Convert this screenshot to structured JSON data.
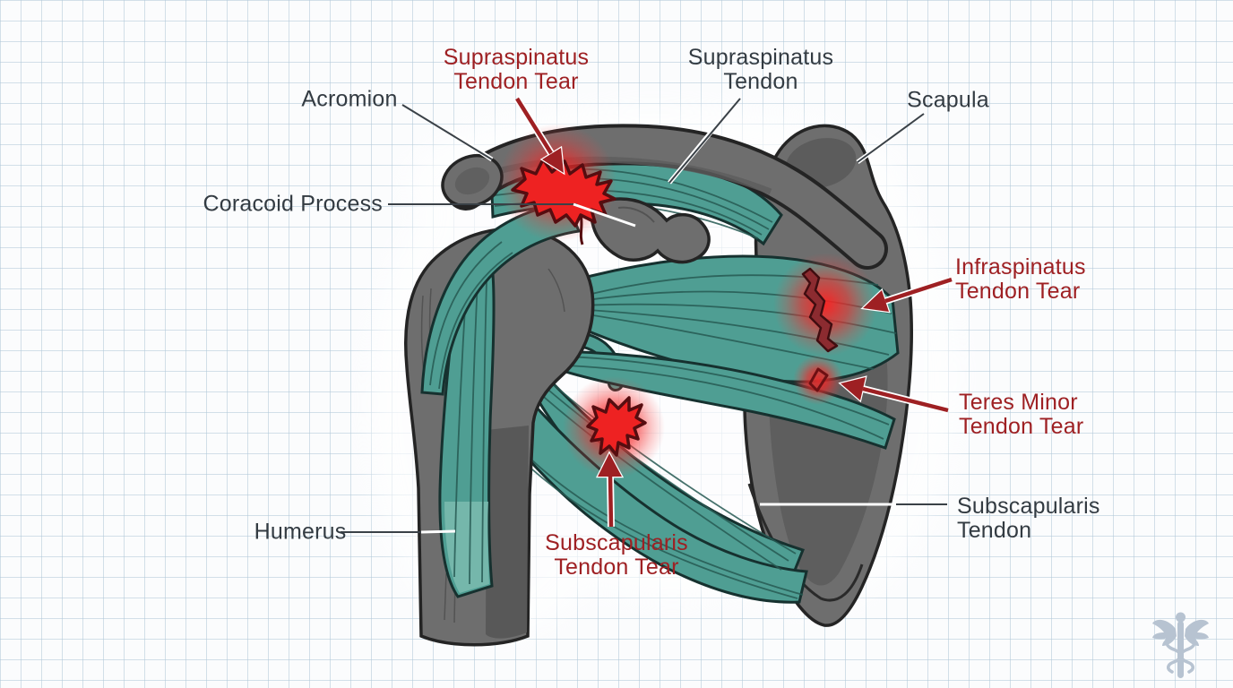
{
  "title": "Rotator cuff tendon tear anatomy diagram",
  "labels": [
    {
      "id": "acromion",
      "lines": [
        "Acromion"
      ],
      "kind": "structure"
    },
    {
      "id": "supraspinatus-tendon-tear",
      "lines": [
        "Supraspinatus",
        "Tendon Tear"
      ],
      "kind": "tear"
    },
    {
      "id": "supraspinatus-tendon",
      "lines": [
        "Supraspinatus",
        "Tendon"
      ],
      "kind": "structure"
    },
    {
      "id": "scapula",
      "lines": [
        "Scapula"
      ],
      "kind": "structure"
    },
    {
      "id": "coracoid-process",
      "lines": [
        "Coracoid Process"
      ],
      "kind": "structure"
    },
    {
      "id": "infraspinatus-tendon-tear",
      "lines": [
        "Infraspinatus",
        "Tendon Tear"
      ],
      "kind": "tear"
    },
    {
      "id": "teres-minor-tendon-tear",
      "lines": [
        "Teres Minor",
        "Tendon Tear"
      ],
      "kind": "tear"
    },
    {
      "id": "subscapularis-tendon",
      "lines": [
        "Subscapularis",
        "Tendon"
      ],
      "kind": "structure"
    },
    {
      "id": "humerus",
      "lines": [
        "Humerus"
      ],
      "kind": "structure"
    },
    {
      "id": "subscapularis-tendon-tear",
      "lines": [
        "Subscapularis",
        "Tendon Tear"
      ],
      "kind": "tear"
    }
  ],
  "footer_icon": "caduceus-icon",
  "colors": {
    "label_dark": "#333b42",
    "label_red": "#9e2023",
    "arrow_red": "#9e2023",
    "bone_gray": "#6e6e6e",
    "bone_outline": "#242424",
    "muscle_teal": "#4f9e93",
    "muscle_outline": "#16312f",
    "tear_bright_red": "#ee2222",
    "tear_dark_outline": "#560d10",
    "glow_red": "#ff2020",
    "paper": "#fbfcfd",
    "grid_line": "#cadbe7",
    "icon_blue_gray": "#b7c3d1"
  }
}
